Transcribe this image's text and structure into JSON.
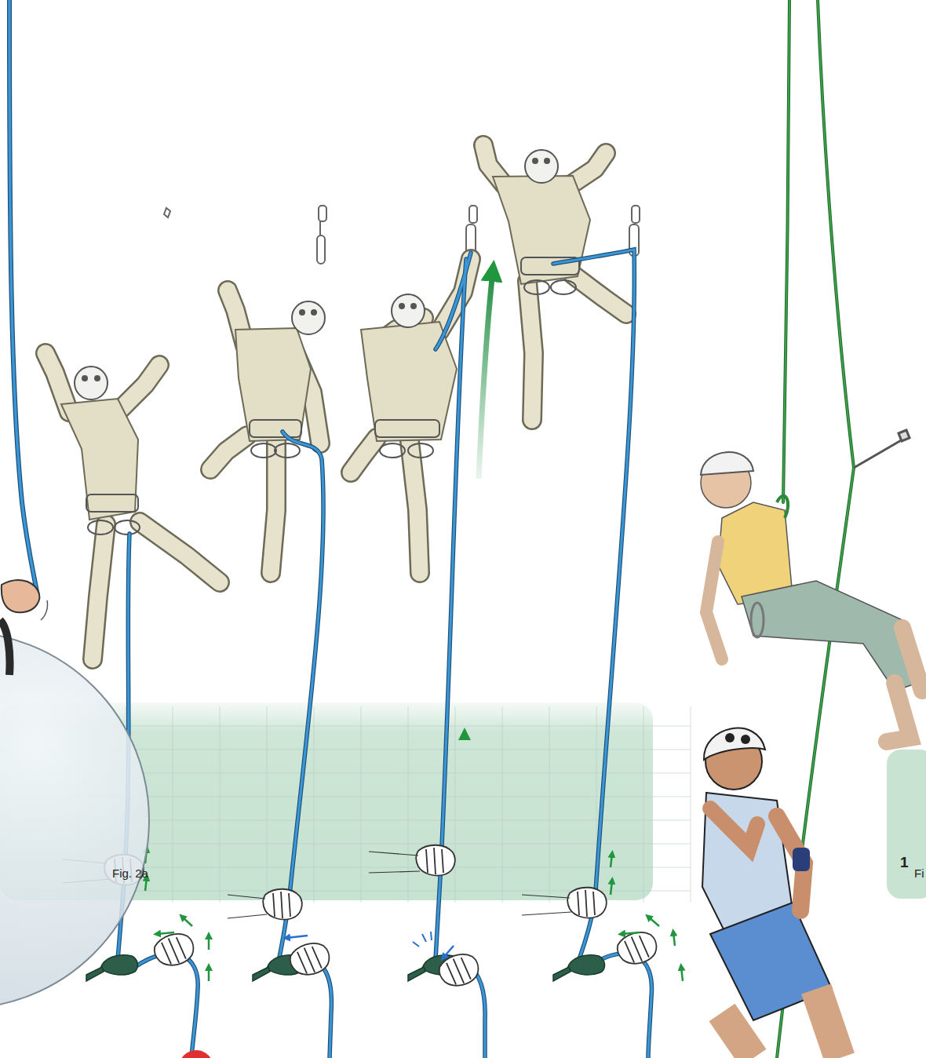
{
  "diagram": {
    "labels": [
      "Fig. 2a",
      "1",
      "Fi"
    ]
  }
}
